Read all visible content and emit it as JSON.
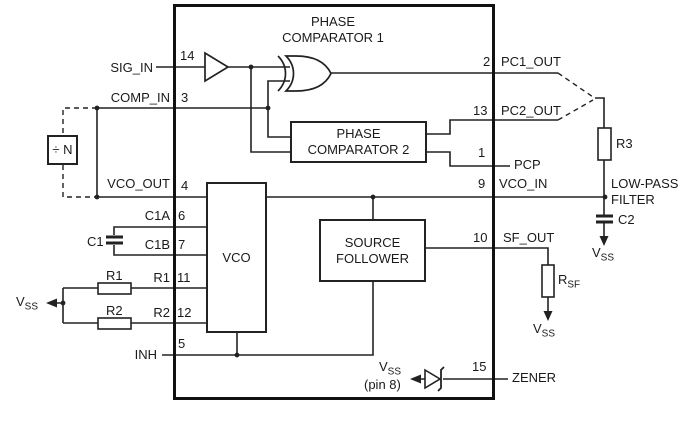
{
  "ic": {
    "blocks": {
      "phase_comparator_1": {
        "line1": "PHASE",
        "line2": "COMPARATOR 1"
      },
      "phase_comparator_2": {
        "line1": "PHASE",
        "line2": "COMPARATOR 2"
      },
      "vco": {
        "label": "VCO"
      },
      "source_follower": {
        "line1": "SOURCE",
        "line2": "FOLLOWER"
      }
    },
    "pins": {
      "left": [
        {
          "num": "14",
          "name": "SIG_IN"
        },
        {
          "num": "3",
          "name": "COMP_IN"
        },
        {
          "num": "4",
          "name": "VCO_OUT"
        },
        {
          "num": "6",
          "name": "C1A"
        },
        {
          "num": "7",
          "name": "C1B"
        },
        {
          "num": "11",
          "name": "R1"
        },
        {
          "num": "12",
          "name": "R2"
        },
        {
          "num": "5",
          "name": "INH"
        }
      ],
      "right": [
        {
          "num": "2",
          "name": "PC1_OUT"
        },
        {
          "num": "13",
          "name": "PC2_OUT"
        },
        {
          "num": "1",
          "name": "PCP"
        },
        {
          "num": "9",
          "name": "VCO_IN"
        },
        {
          "num": "10",
          "name": "SF_OUT"
        },
        {
          "num": "15",
          "name": "ZENER"
        }
      ]
    }
  },
  "external": {
    "divider": {
      "label": "÷ N"
    },
    "r1": "R1",
    "r2": "R2",
    "r3": "R3",
    "rsf": {
      "main": "R",
      "sub": "SF"
    },
    "c1": "C1",
    "c2": "C2",
    "vss": {
      "main": "V",
      "sub": "SS"
    },
    "pin8_note": "(pin 8)",
    "low_pass_filter": {
      "line1": "LOW-PASS",
      "line2": "FILTER"
    }
  },
  "colors": {
    "line": "#222222",
    "text": "#1a1a1a",
    "background": "#ffffff"
  }
}
